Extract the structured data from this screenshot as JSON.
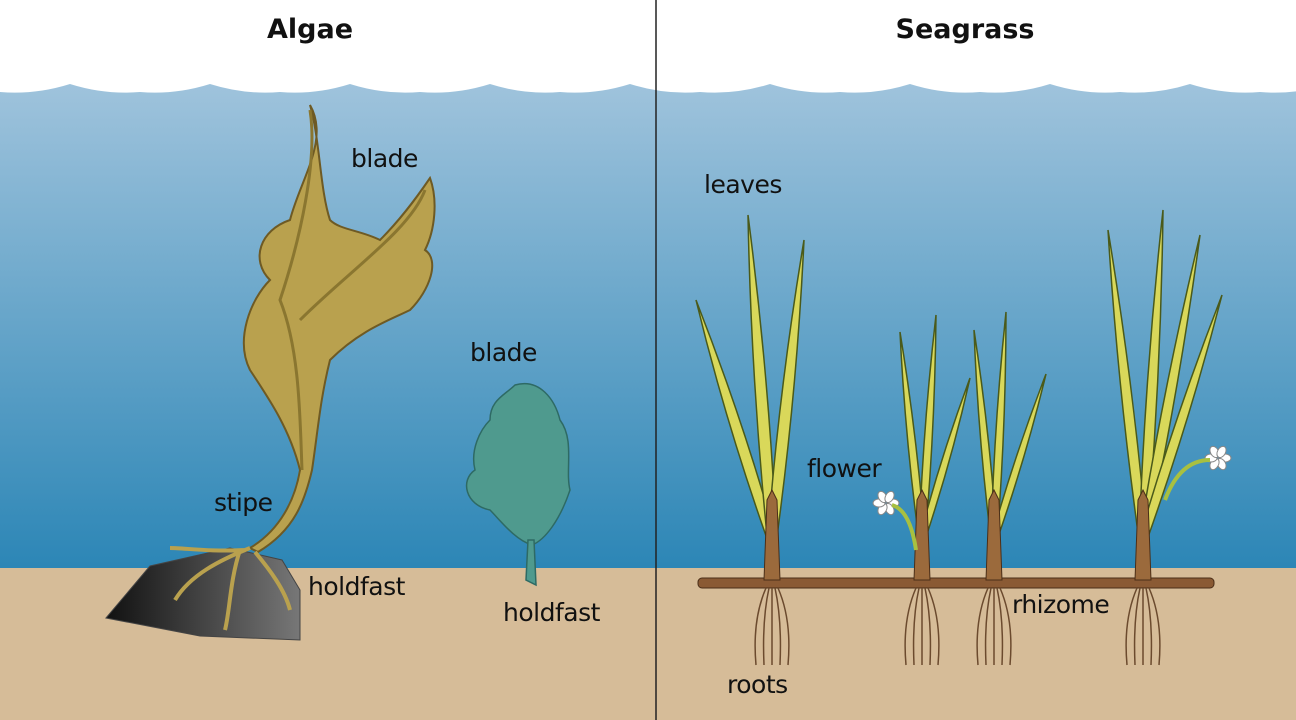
{
  "panels": {
    "algae": {
      "title": "Algae",
      "labels": {
        "blade_kelp": "blade",
        "blade_small": "blade",
        "stipe": "stipe",
        "holdfast_kelp": "holdfast",
        "holdfast_small": "holdfast"
      }
    },
    "seagrass": {
      "title": "Seagrass",
      "labels": {
        "leaves": "leaves",
        "flower": "flower",
        "rhizome": "rhizome",
        "roots": "roots"
      }
    }
  },
  "colors": {
    "water_top": "#9fc3dc",
    "water_bottom": "#2c86b6",
    "sand": "#d6bc98",
    "kelp": "#b9a14e",
    "seagrass_leaf": "#d9d85a",
    "rhizome": "#8a5a34"
  }
}
